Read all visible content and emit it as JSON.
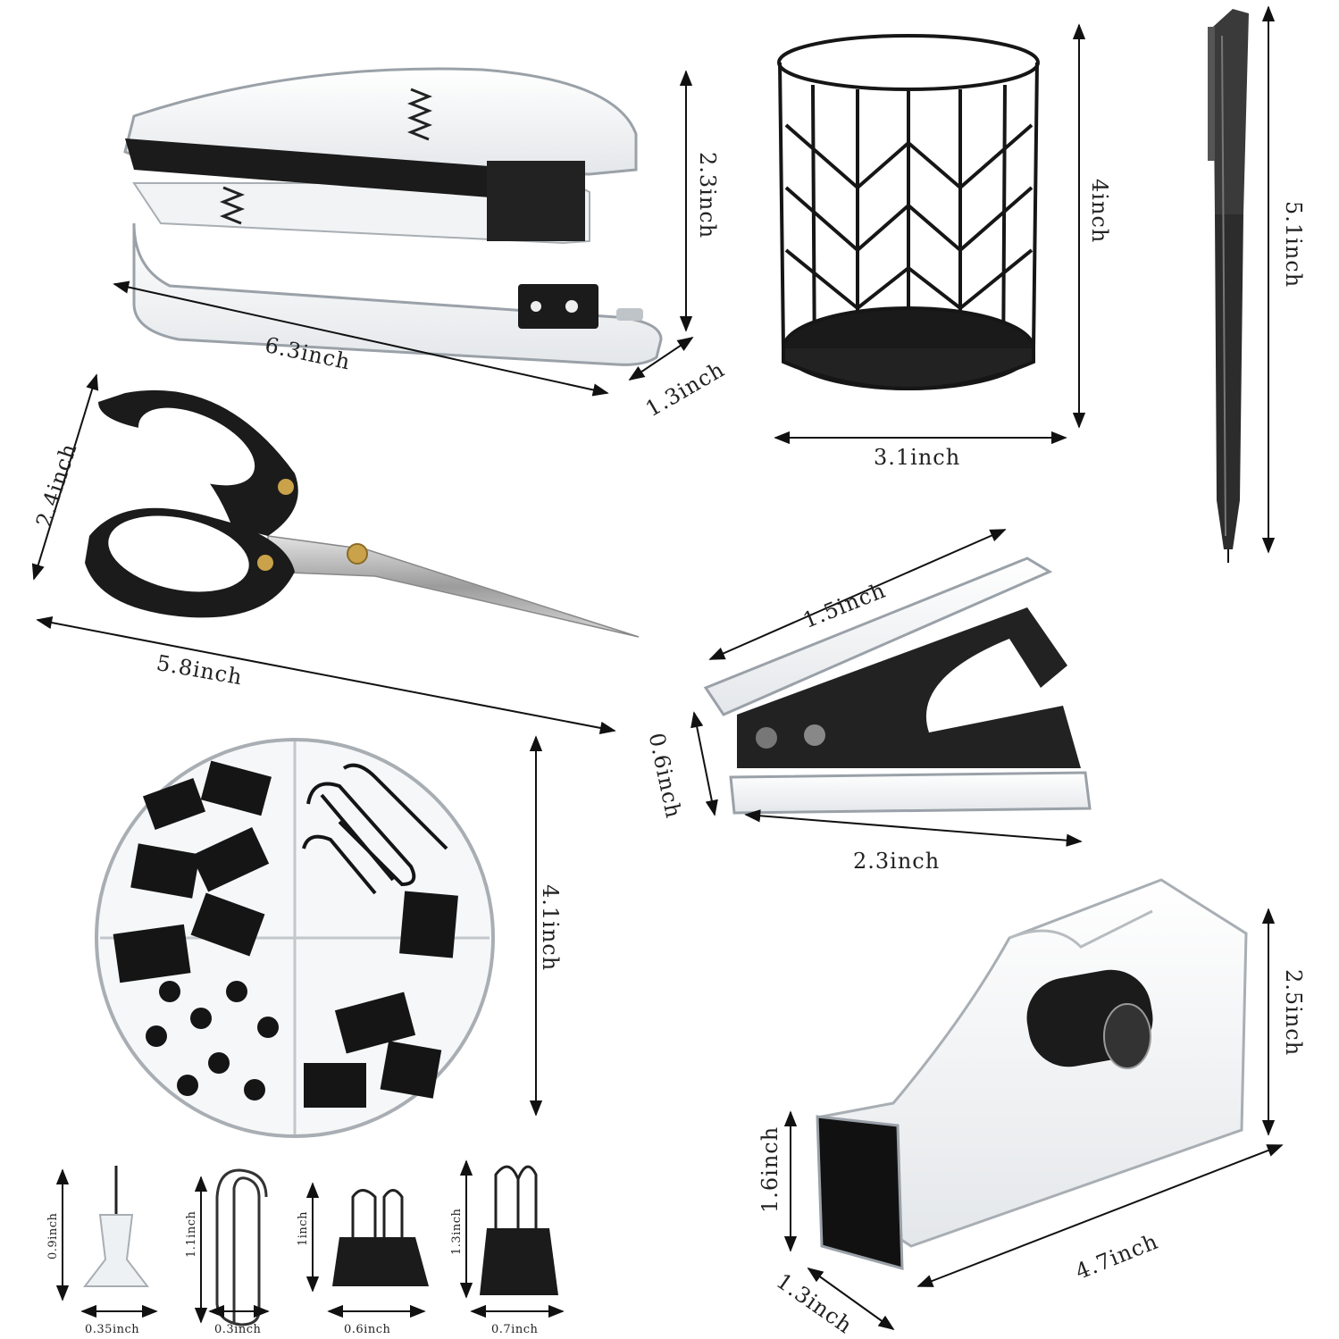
{
  "dimensions": {
    "stapler_length": "6.3inch",
    "stapler_height": "2.3inch",
    "stapler_depth": "1.3inch",
    "pen_holder_height": "4inch",
    "pen_holder_width": "3.1inch",
    "pen_length": "5.1inch",
    "scissors_height": "2.4inch",
    "scissors_length": "5.8inch",
    "remover_length": "1.5inch",
    "remover_height": "0.6inch",
    "remover_width": "2.3inch",
    "clip_tray_diameter": "4.1inch",
    "tape_height": "2.5inch",
    "tape_front_height": "1.6inch",
    "tape_depth": "1.3inch",
    "tape_length": "4.7inch",
    "pushpin_height": "0.9inch",
    "pushpin_width": "0.35inch",
    "paperclip_height": "1.1inch",
    "paperclip_width": "0.3inch",
    "small_binder_height": "1inch",
    "small_binder_width": "0.6inch",
    "large_binder_height": "1.3inch",
    "large_binder_width": "0.7inch"
  },
  "colors": {
    "black_metal": "#1b1b1b",
    "clear_acrylic": "#c8ccd0",
    "silver_blade": "#b9b9b9",
    "brass": "#c9a24a"
  }
}
